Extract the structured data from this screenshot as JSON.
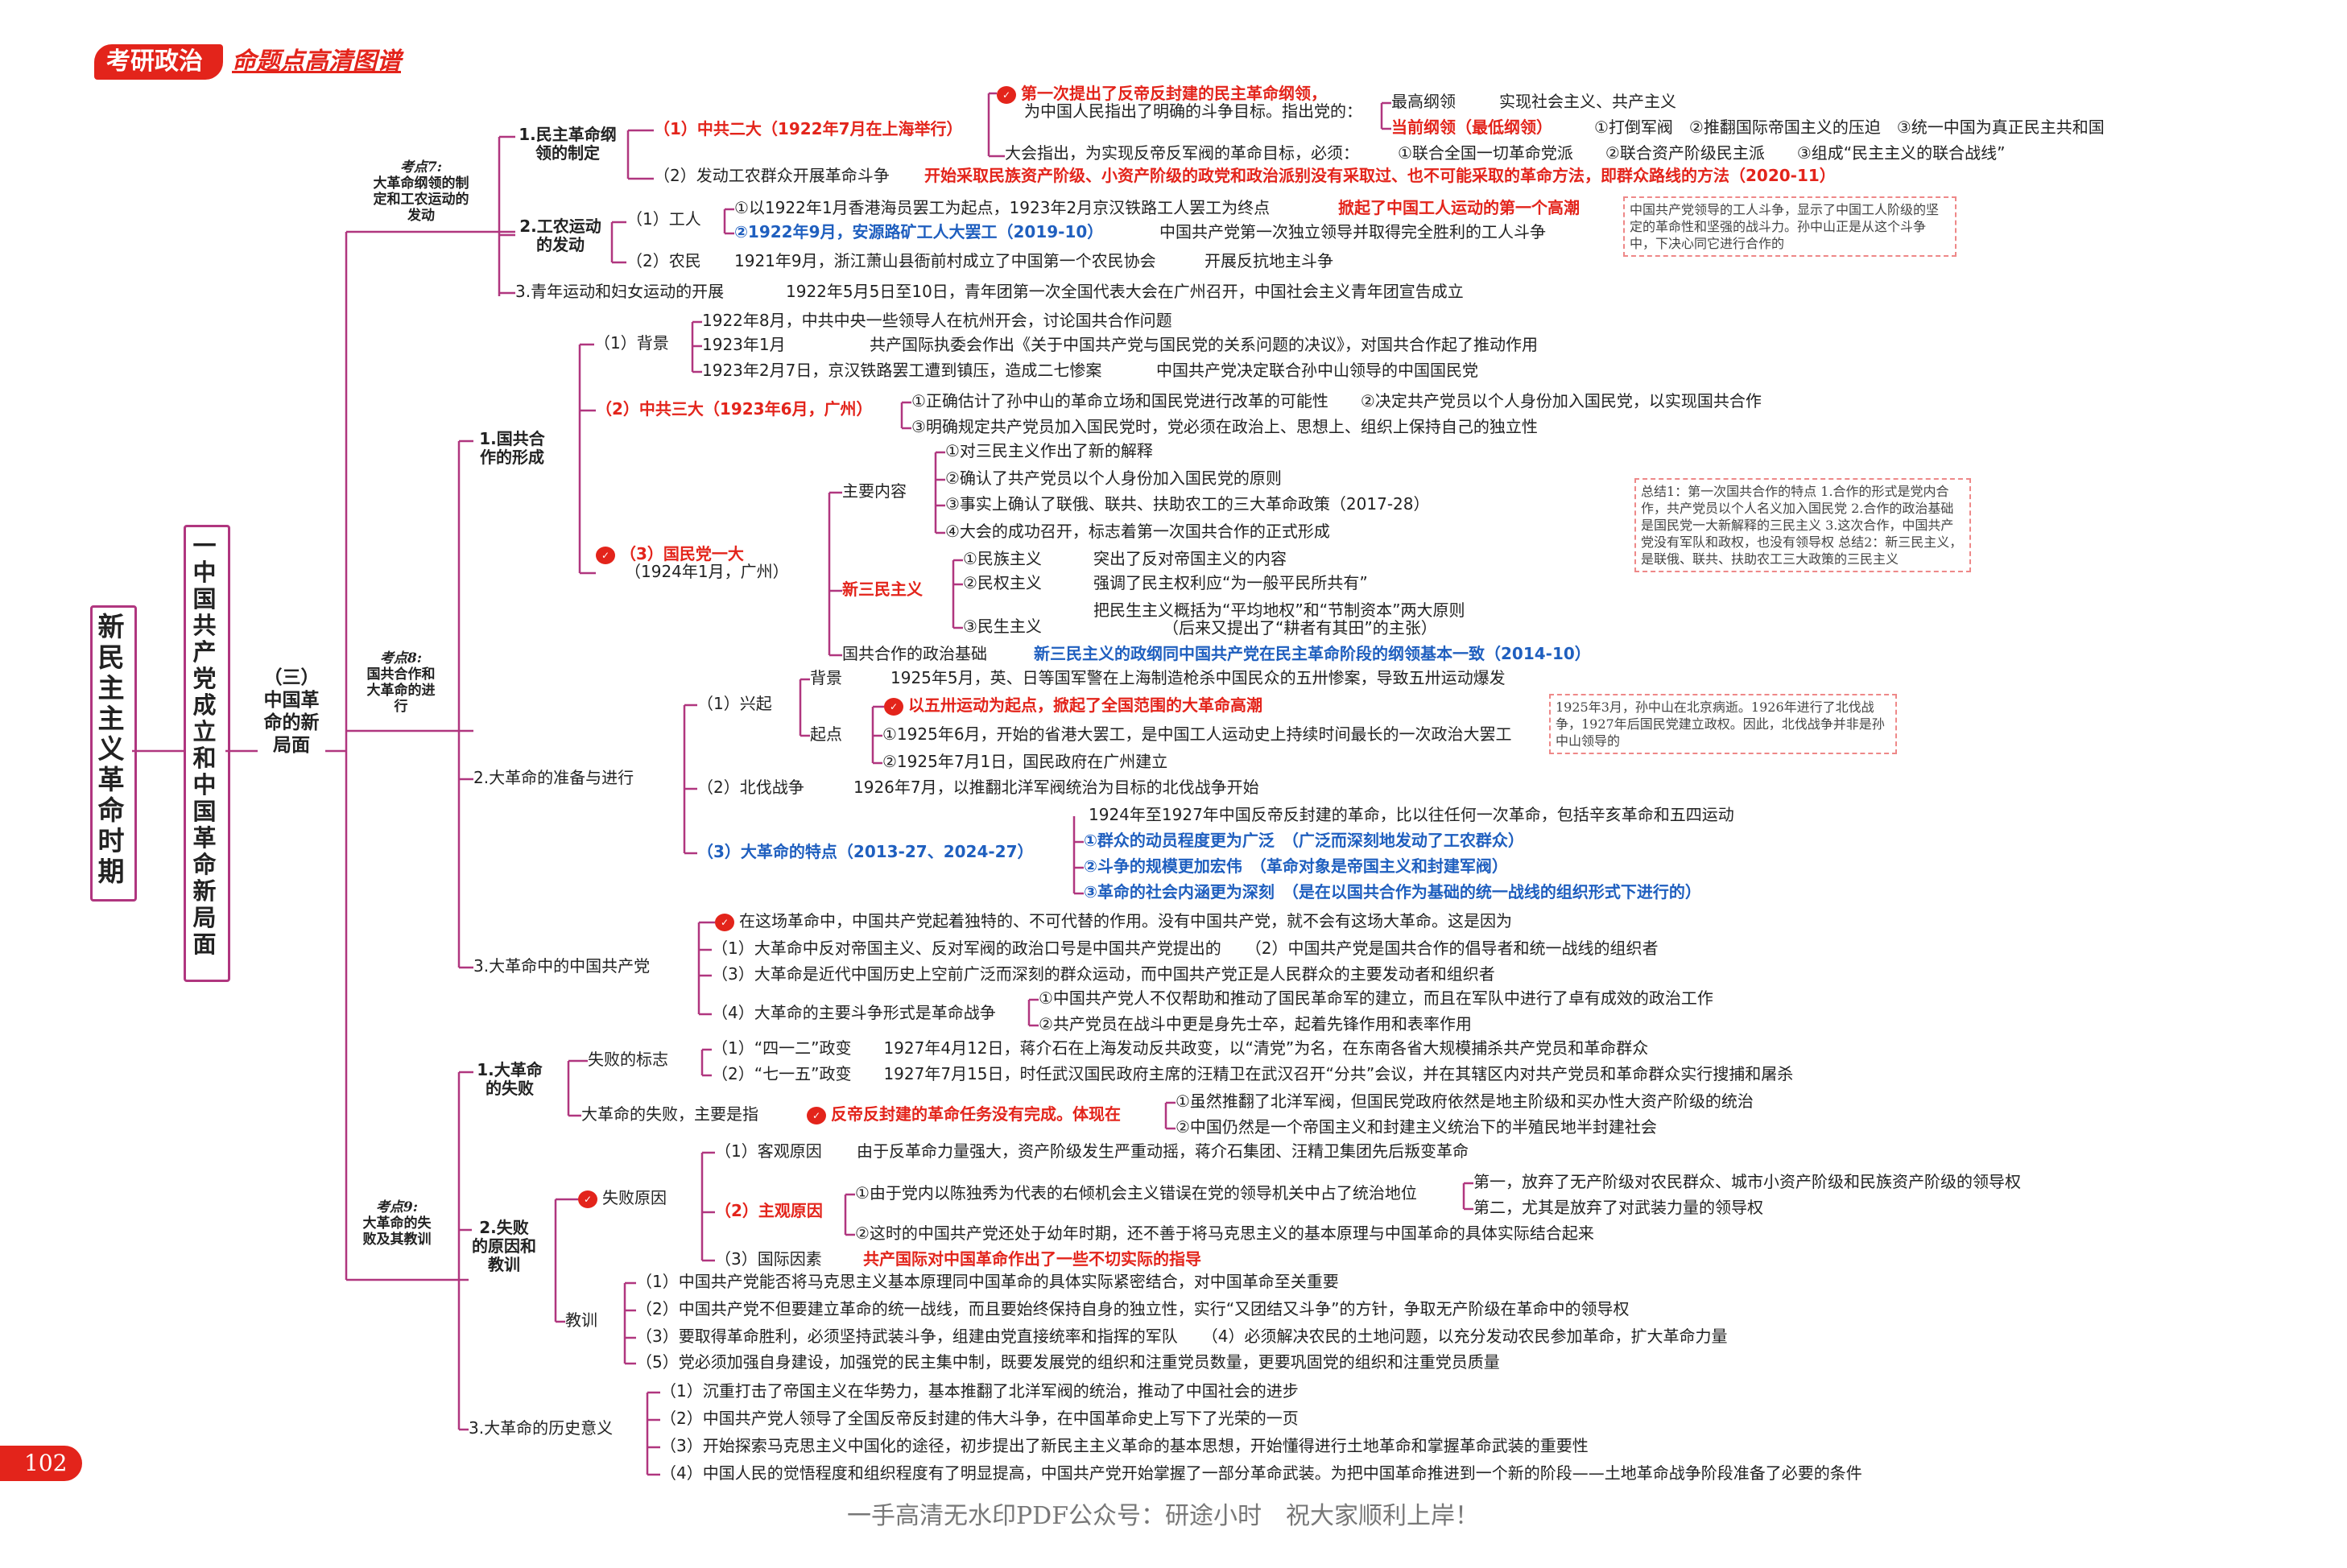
{
  "header": {
    "badge": "考研政治",
    "subtitle": "命题点高清图谱"
  },
  "root": "新民主主义革命时期",
  "chapter": "一 中国共产党成立和中国革命新局面",
  "section": "（三）中国革命的新局面",
  "kd7": {
    "tag": "考点7:",
    "text": "大革命纲领的制定和工农运动的发动"
  },
  "kd8": {
    "tag": "考点8:",
    "text": "国共合作和大革命的进行"
  },
  "kd9": {
    "tag": "考点9:",
    "text": "大革命的失败及其教训"
  },
  "b1": {
    "l1": "1.民主革命纲领的制定",
    "yidaHead": "（1）中共二大（1922年7月在上海举行）",
    "note1": "第一次提出了反帝反封建的民主革命纲领，",
    "note2": "为中国人民指出了明确的斗争目标。指出党的：",
    "maxProg": "最高纲领",
    "maxProgVal": "实现社会主义、共产主义",
    "minProg": "当前纲领（最低纲领）",
    "minProgVal": "①打倒军阀　②推翻国际帝国主义的压迫　③统一中国为真正民主共和国",
    "dahui": "大会指出，为实现反帝反军阀的革命目标，必须：",
    "dahuiVal": "①联合全国一切革命党派　　②联合资产阶级民主派　　③组成“民主主义的联合战线”",
    "mass": "（2）发动工农群众开展革命斗争",
    "massVal": "开始采取民族资产阶级、小资产阶级的政党和政治派别没有采取过、也不可能采取的革命方法，即群众路线的方法（2020-11）",
    "l2": "2.工农运动的发动",
    "worker": "（1）工人",
    "w1": "①以1922年1月香港海员罢工为起点，1923年2月京汉铁路工人罢工为终点",
    "w1b": "掀起了中国工人运动的第一个高潮",
    "w2": "②1922年9月，安源路矿工人大罢工（2019-10）",
    "w2b": "中国共产党第一次独立领导并取得完全胜利的工人斗争",
    "peasant": "（2）农民",
    "p1": "1921年9月，浙江萧山县衙前村成立了中国第一个农民协会",
    "p1b": "开展反抗地主斗争",
    "box1": "中国共产党领导的工人斗争，显示了中国工人阶级的坚定的革命性和坚强的战斗力。孙中山正是从这个斗争中，下决心同它进行合作的",
    "l3": "3.青年运动和妇女运动的开展",
    "l3v": "1922年5月5日至10日，青年团第一次全国代表大会在广州召开，中国社会主义青年团宣告成立"
  },
  "b2": {
    "l1": "1.国共合作的形成",
    "bg": "（1）背景",
    "bg1": "1922年8月，中共中央一些领导人在杭州开会，讨论国共合作问题",
    "bg2a": "1923年1月",
    "bg2b": "共产国际执委会作出《关于中国共产党与国民党的关系问题的决议》，对国共合作起了推动作用",
    "bg3a": "1923年2月7日，京汉铁路罢工遭到镇压，造成二七惨案",
    "bg3b": "中国共产党决定联合孙中山领导的中国国民党",
    "sanda": "（2）中共三大（1923年6月，广州）",
    "sd1": "①正确估计了孙中山的革命立场和国民党进行改革的可能性　　②决定共产党员以个人身份加入国民党，以实现国共合作",
    "sd2": "③明确规定共产党员加入国民党时，党必须在政治上、思想上、组织上保持自己的独立性",
    "yida": "（3）国民党一大",
    "yida2": "（1924年1月，广州）",
    "main": "主要内容",
    "m1": "①对三民主义作出了新的解释",
    "m2": "②确认了共产党员以个人身份加入国民党的原则",
    "m3": "③事实上确认了联俄、联共、扶助农工的三大革命政策（2017-28）",
    "m4": "④大会的成功召开，标志着第一次国共合作的正式形成",
    "xsm": "新三民主义",
    "nat": "①民族主义",
    "natv": "突出了反对帝国主义的内容",
    "dem": "②民权主义",
    "demv": "强调了民主权利应“为一般平民所共有”",
    "liv": "③民生主义",
    "livv1": "把民生主义概括为“平均地权”和“节制资本”两大原则",
    "livv2": "（后来又提出了“耕者有其田”的主张）",
    "basis": "国共合作的政治基础",
    "basisv": "新三民主义的政纲同中国共产党在民主革命阶段的纲领基本一致（2014-10）",
    "box2": "总结1：第一次国共合作的特点 1.合作的形式是党内合作，共产党员以个人名义加入国民党 2.合作的政治基础是国民党一大新解释的三民主义 3.这次合作，中国共产党没有军队和政权，也没有领导权 总结2：新三民主义，是联俄、联共、扶助农工三大政策的三民主义",
    "l2": "2.大革命的准备与进行",
    "rise": "（1）兴起",
    "bgd": "背景",
    "bgdv": "1925年5月，英、日等国军警在上海制造枪杀中国民众的五卅惨案，导致五卅运动爆发",
    "start": "起点",
    "s0": "以五卅运动为起点，掀起了全国范围的大革命高潮",
    "s1": "①1925年6月，开始的省港大罢工，是中国工人运动史上持续时间最长的一次政治大罢工",
    "s2": "②1925年7月1日，国民政府在广州建立",
    "box3": "1925年3月，孙中山在北京病逝。1926年进行了北伐战争，1927年后国民党建立政权。因此，北伐战争并非是孙中山领导的",
    "exp": "（2）北伐战争",
    "expv": "1926年7月，以推翻北洋军阀统治为目标的北伐战争开始",
    "feat": "（3）大革命的特点（2013-27、2024-27）",
    "f0": "1924年至1927年中国反帝反封建的革命，比以往任何一次革命，包括辛亥革命和五四运动",
    "f1": "①群众的动员程度更为广泛　（广泛而深刻地发动了工农群众）",
    "f2": "②斗争的规模更加宏伟　（革命对象是帝国主义和封建军阀）",
    "f3": "③革命的社会内涵更为深刻　（是在以国共合作为基础的统一战线的组织形式下进行的）",
    "l3": "3.大革命中的中国共产党",
    "c0": "在这场革命中，中国共产党起着独特的、不可代替的作用。没有中国共产党，就不会有这场大革命。这是因为",
    "c1": "（1）大革命中反对帝国主义、反对军阀的政治口号是中国共产党提出的　　（2）中国共产党是国共合作的倡导者和统一战线的组织者",
    "c2": "（3）大革命是近代中国历史上空前广泛而深刻的群众运动，而中国共产党正是人民群众的主要发动者和组织者",
    "c3": "（4）大革命的主要斗争形式是革命战争",
    "c3a": "①中国共产党人不仅帮助和推动了国民革命军的建立，而且在军队中进行了卓有成效的政治工作",
    "c3b": "②共产党员在战斗中更是身先士卒，起着先锋作用和表率作用"
  },
  "b3": {
    "l1": "1.大革命的失败",
    "sign": "失败的标志",
    "sg1": "（1）“四一二”政变　　1927年4月12日，蒋介石在上海发动反共政变，以“清党”为名，在东南各省大规模捕杀共产党员和革命群众",
    "sg2": "（2）“七一五”政变　　1927年7月15日，时任武汉国民政府主席的汪精卫在武汉召开“分共”会议，并在其辖区内对共产党员和革命群众实行搜捕和屠杀",
    "mean": "大革命的失败，主要是指",
    "meanv": "反帝反封建的革命任务没有完成。体现在",
    "mv1": "①虽然推翻了北洋军阀，但国民党政府依然是地主阶级和买办性大资产阶级的统治",
    "mv2": "②中国仍然是一个帝国主义和封建主义统治下的半殖民地半封建社会",
    "l2": "2.失败的原因和教训",
    "cause": "失败原因",
    "ob": "（1）客观原因",
    "obv": "由于反革命力量强大，资产阶级发生严重动摇，蒋介石集团、汪精卫集团先后叛变革命",
    "sub": "（2）主观原因",
    "sub1": "①由于党内以陈独秀为代表的右倾机会主义错误在党的领导机关中占了统治地位",
    "sub1a": "第一，放弃了无产阶级对农民群众、城市小资产阶级和民族资产阶级的领导权",
    "sub1b": "第二，尤其是放弃了对武装力量的领导权",
    "sub2": "②这时的中国共产党还处于幼年时期，还不善于将马克思主义的基本原理与中国革命的具体实际结合起来",
    "intl": "（3）国际因素",
    "intlv": "共产国际对中国革命作出了一些不切实际的指导",
    "lesson": "教训",
    "ls1": "（1）中国共产党能否将马克思主义基本原理同中国革命的具体实际紧密结合，对中国革命至关重要",
    "ls2": "（2）中国共产党不但要建立革命的统一战线，而且要始终保持自身的独立性，实行“又团结又斗争”的方针，争取无产阶级在革命中的领导权",
    "ls3": "（3）要取得革命胜利，必须坚持武装斗争，组建由党直接统率和指挥的军队　　（4）必须解决农民的土地问题，以充分发动农民参加革命，扩大革命力量",
    "ls5": "（5）党必须加强自身建设，加强党的民主集中制，既要发展党的组织和注重党员数量，更要巩固党的组织和注重党员质量",
    "l3": "3.大革命的历史意义",
    "h1": "（1）沉重打击了帝国主义在华势力，基本推翻了北洋军阀的统治，推动了中国社会的进步",
    "h2": "（2）中国共产党人领导了全国反帝反封建的伟大斗争，在中国革命史上写下了光荣的一页",
    "h3": "（3）开始探索马克思主义中国化的途径，初步提出了新民主主义革命的基本思想，开始懂得进行土地革命和掌握革命武装的重要性",
    "h4": "（4）中国人民的觉悟程度和组织程度有了明显提高，中国共产党开始掌握了一部分革命武装。为把中国革命推进到一个新的阶段——土地革命战争阶段准备了必要的条件"
  },
  "footer": {
    "page": "102",
    "watermark": "一手高清无水印PDF公众号：研途小时　祝大家顺利上岸！"
  },
  "colors": {
    "accent": "#e3241b",
    "branch": "#b0367f",
    "blue": "#1f5fbf"
  }
}
